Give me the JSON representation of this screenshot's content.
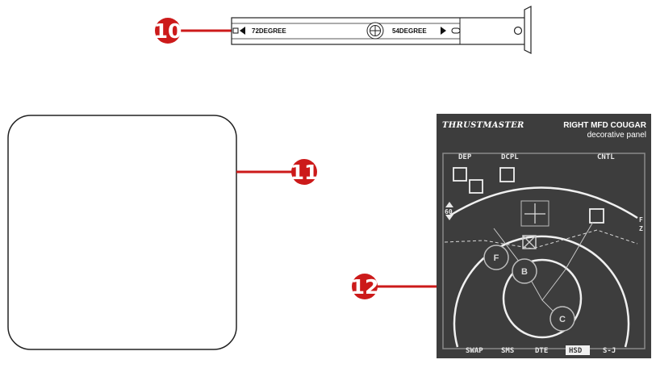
{
  "callouts": {
    "c10": "10",
    "c11": "11",
    "c12": "12"
  },
  "bar": {
    "left_label": "72DEGREE",
    "right_label": "54DEGREE"
  },
  "panel": {
    "brand": "THRUSTMASTER",
    "title": "RIGHT MFD COUGAR",
    "subtitle": "decorative panel",
    "top_buttons": [
      "DEP",
      "DCPL",
      "CNTL"
    ],
    "bottom_buttons": [
      "SWAP",
      "SMS",
      "DTE",
      "HSD",
      "S-J"
    ],
    "right_side": [
      "F",
      "Z"
    ],
    "altitude": "60",
    "circles": [
      "F",
      "B",
      "C"
    ]
  },
  "colors": {
    "callout_red": "#cc1a1a",
    "panel_bg": "#3d3d3d",
    "line": "#222222"
  }
}
